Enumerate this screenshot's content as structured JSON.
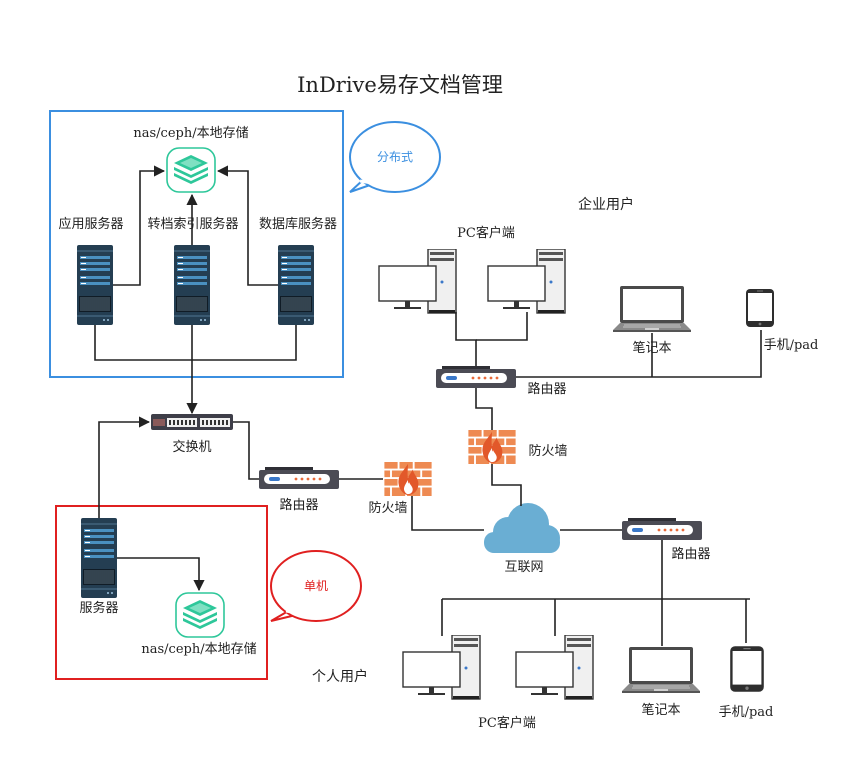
{
  "title": "InDrive易存文档管理",
  "colors": {
    "distributed_border": "#3b8fe0",
    "standalone_border": "#e02020",
    "storage_icon": "#2ec79a",
    "server_body": "#243e52",
    "firewall": "#ee8a52",
    "cloud": "#6aaed3"
  },
  "distributed": {
    "bubble": "分布式",
    "storage_label": "nas/ceph/本地存储",
    "servers": [
      "应用服务器",
      "转档索引服务器",
      "数据库服务器"
    ]
  },
  "switch_label": "交换机",
  "router_left_label": "路由器",
  "firewall_left_label": "防火墙",
  "enterprise": {
    "title": "企业用户",
    "pc_label": "PC客户端",
    "laptop_label": "笔记本",
    "phone_label": "手机/pad",
    "router_label": "路由器",
    "firewall_label": "防火墙"
  },
  "internet_label": "互联网",
  "router_right_label": "路由器",
  "standalone": {
    "bubble": "单机",
    "server_label": "服务器",
    "storage_label": "nas/ceph/本地存储"
  },
  "personal": {
    "title": "个人用户",
    "pc_label": "PC客户端",
    "laptop_label": "笔记本",
    "phone_label": "手机/pad"
  }
}
